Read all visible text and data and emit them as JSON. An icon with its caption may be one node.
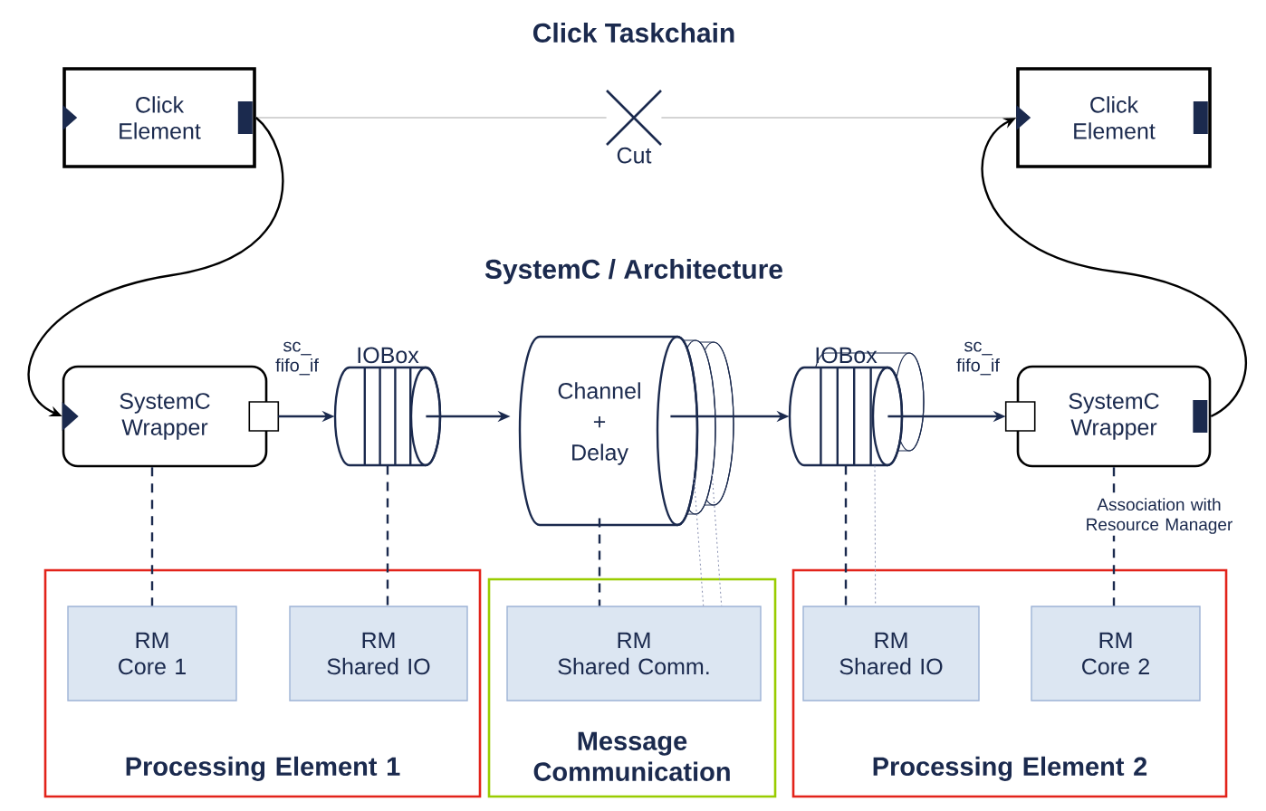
{
  "diagram": {
    "title": "Click Taskchain",
    "nodes": [
      {
        "text": [
          "Click Element"
        ]
      },
      {
        "text": [
          "Cut"
        ]
      },
      {
        "text": [
          "Click Element"
        ]
      },
      {
        "text": [
          "SystemC Wrapper"
        ]
      },
      {
        "text": [
          "IOBox"
        ]
      },
      {
        "text": [
          "Channel + Delay"
        ]
      },
      {
        "text": [
          "IOBox"
        ]
      },
      {
        "text": [
          "SystemC Wrapper"
        ]
      },
      {
        "text": [
          "Processing Element 1"
        ]
      },
      {
        "text": [
          "RM",
          "Core 1"
        ],
        "in": 8
      },
      {
        "text": [
          "RM",
          "Shared IO"
        ],
        "in": 8
      },
      {
        "text": [
          "Message Communication"
        ]
      },
      {
        "text": [
          "RM",
          "Shared Comm."
        ],
        "in": 11
      },
      {
        "text": [
          "Processing Element 2"
        ]
      },
      {
        "text": [
          "RM",
          "Shared IO"
        ],
        "in": 13
      },
      {
        "text": [
          "RM",
          "Core 2"
        ],
        "in": 13
      }
    ],
    "edges": [
      {
        "from": 0,
        "to": 1,
        "arrow": "none",
        "color": "#aaaaaa"
      },
      {
        "from": 1,
        "to": 2,
        "arrow": "none",
        "color": "#aaaaaa"
      },
      {
        "from": 0,
        "to": 3,
        "arrow": "to",
        "color": "#000000"
      },
      {
        "from": 7,
        "to": 2,
        "arrow": "to",
        "color": "#000000"
      },
      {
        "from": 3,
        "to": 4,
        "arrow": "to",
        "label": "sc_ fifo_if"
      },
      {
        "from": 4,
        "to": 5,
        "arrow": "to"
      },
      {
        "from": 5,
        "to": 6,
        "arrow": "to"
      },
      {
        "from": 6,
        "to": 7,
        "arrow": "to",
        "label": "sc_ fifo_if"
      },
      {
        "from": 3,
        "to": 9,
        "arrow": "none",
        "style": "dashed"
      },
      {
        "from": 4,
        "to": 10,
        "arrow": "none",
        "style": "dashed"
      },
      {
        "from": 5,
        "to": 12,
        "arrow": "none",
        "style": "dashed"
      },
      {
        "from": 5,
        "to": 12,
        "arrow": "none",
        "style": "dashed",
        "color": "#8890b0"
      },
      {
        "from": 5,
        "to": 12,
        "arrow": "none",
        "style": "dashed",
        "color": "#8890b0"
      },
      {
        "from": 6,
        "to": 14,
        "arrow": "none",
        "style": "dashed"
      },
      {
        "from": 6,
        "to": 14,
        "arrow": "none",
        "style": "dashed",
        "color": "#8890b0"
      },
      {
        "from": 7,
        "to": 15,
        "arrow": "none",
        "style": "dashed",
        "label": "Association with Resource Manager"
      }
    ],
    "labels": [
      "SystemC / Architecture"
    ]
  }
}
